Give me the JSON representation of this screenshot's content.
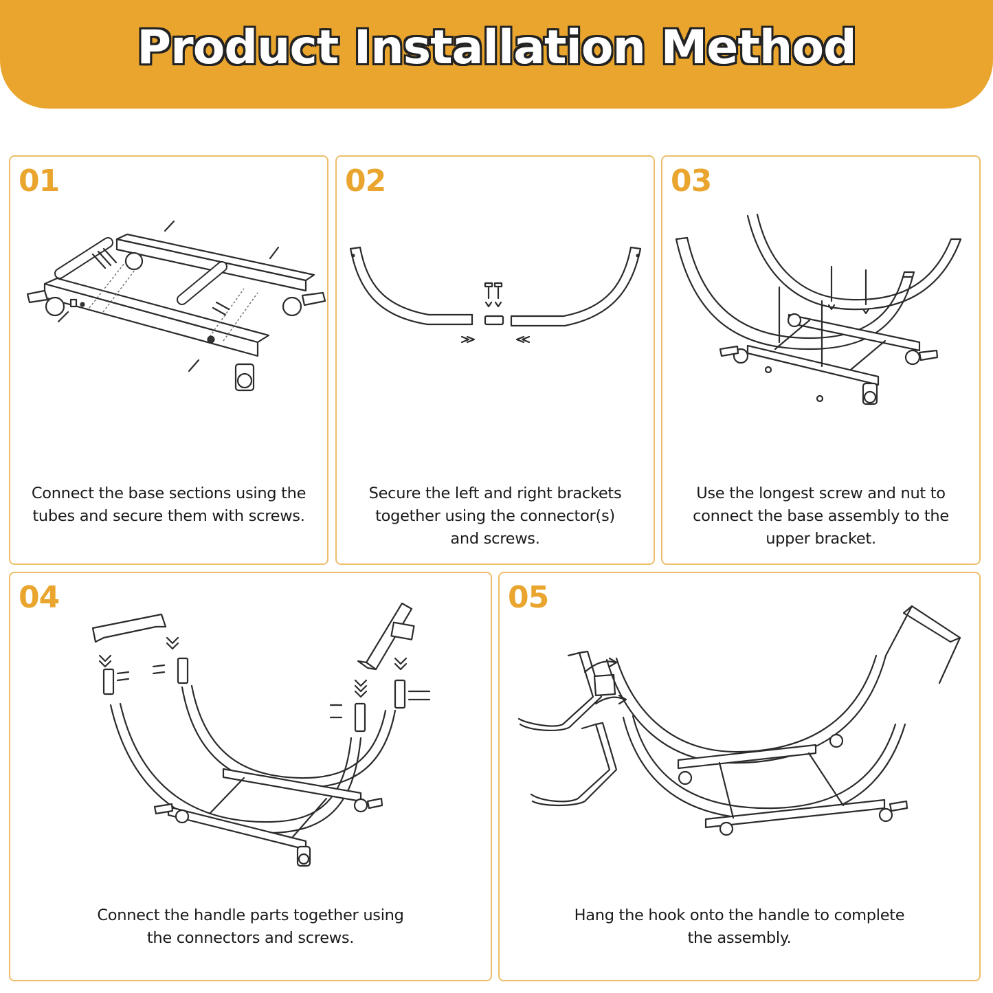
{
  "title": "Product Installation Method",
  "colors": {
    "accent": "#E9A52E",
    "panel_border": "#EDBE6A",
    "text": "#1a1a1a"
  },
  "steps": [
    {
      "number": "01",
      "caption_lines": [
        "Connect the base sections using the",
        "tubes and secure them with screws."
      ]
    },
    {
      "number": "02",
      "caption_lines": [
        "Secure the left and right brackets",
        "together using the connector(s)",
        "and screws."
      ]
    },
    {
      "number": "03",
      "caption_lines": [
        "Use the longest screw and nut to",
        "connect the base assembly to the",
        "upper bracket."
      ]
    },
    {
      "number": "04",
      "caption_lines": [
        "Connect the handle parts together using",
        "the connectors and screws."
      ]
    },
    {
      "number": "05",
      "caption_lines": [
        "Hang the hook onto the handle to complete",
        "the assembly."
      ]
    }
  ]
}
